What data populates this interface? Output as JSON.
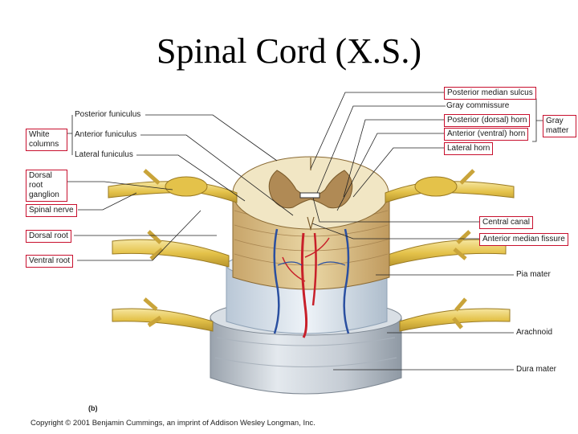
{
  "title": "Spinal Cord (X.S.)",
  "labels": {
    "posterior_funiculus": "Posterior funiculus",
    "anterior_funiculus": "Anterior funiculus",
    "lateral_funiculus": "Lateral funiculus",
    "white_columns": "White columns",
    "dorsal_root_ganglion": "Dorsal root ganglion",
    "spinal_nerve": "Spinal nerve",
    "dorsal_root": "Dorsal root",
    "ventral_root": "Ventral root",
    "posterior_median_sulcus": "Posterior median sulcus",
    "gray_commissure": "Gray commissure",
    "posterior_horn": "Posterior (dorsal) horn",
    "anterior_horn": "Anterior (ventral) horn",
    "lateral_horn": "Lateral horn",
    "gray_matter": "Gray matter",
    "central_canal": "Central canal",
    "anterior_median_fissure": "Anterior median fissure",
    "pia_mater": "Pia mater",
    "arachnoid": "Arachnoid",
    "dura_mater": "Dura mater"
  },
  "panel_label": "(b)",
  "copyright": "Copyright © 2001 Benjamin Cummings, an imprint of Addison Wesley Longman, Inc.",
  "colors": {
    "label_box_border": "#c8102e",
    "nerve": "#e8c84a",
    "white_matter": "#efe2b8",
    "gray_matter_fill": "#b08a55",
    "artery": "#c8202a",
    "vein": "#2a4fa0",
    "dura": "#c9d0d8",
    "arachnoid": "#dfe7ef"
  }
}
